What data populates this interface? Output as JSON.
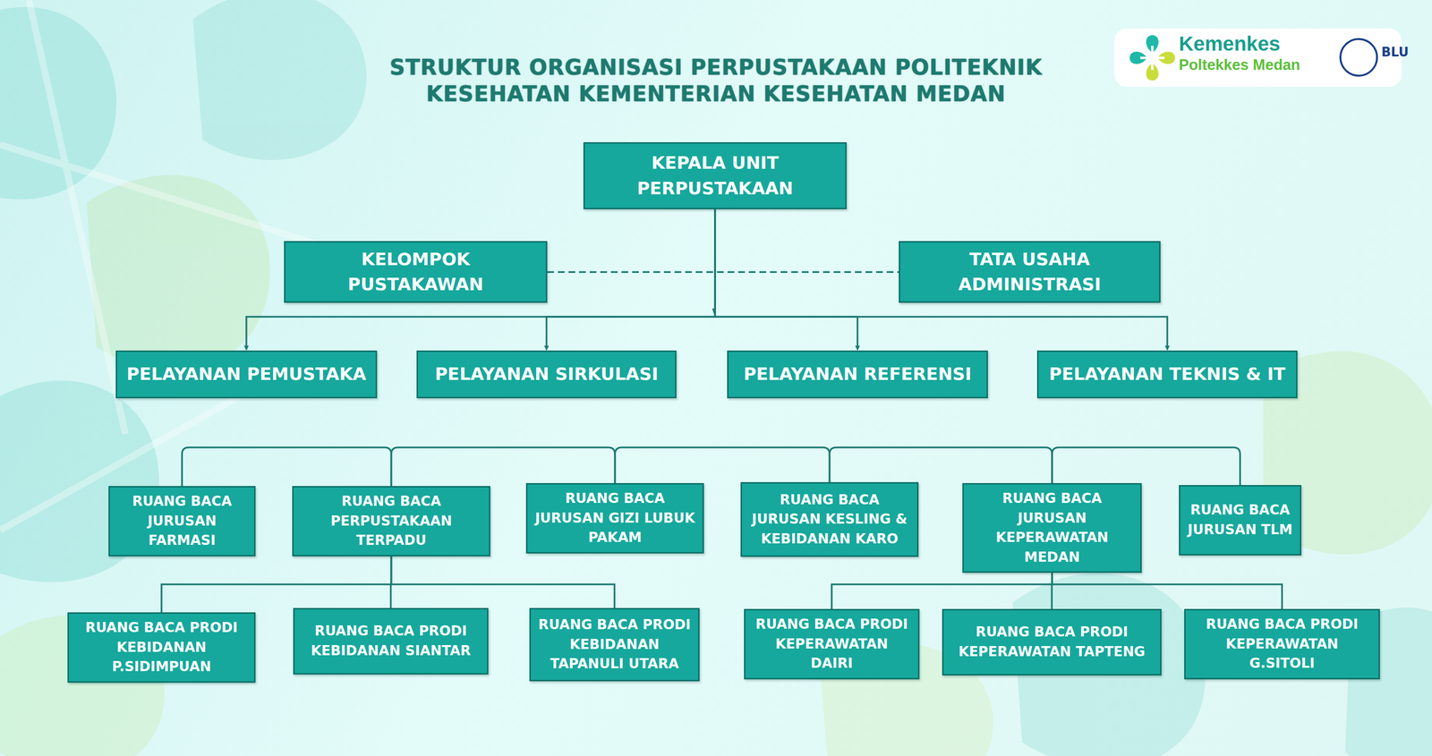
{
  "diagram": {
    "title": "STRUKTUR ORGANISASI PERPUSTAKAAN POLITEKNIK KESEHATAN KEMENTERIAN KESEHATAN MEDAN",
    "nodes": [
      {
        "text": [
          "KEPALA UNIT PERPUSTAKAAN"
        ]
      },
      {
        "text": [
          "KELOMPOK PUSTAKAWAN"
        ]
      },
      {
        "text": [
          "TATA USAHA ADMINISTRASI"
        ]
      },
      {
        "text": [
          "PELAYANAN PEMUSTAKA"
        ]
      },
      {
        "text": [
          "PELAYANAN SIRKULASI"
        ]
      },
      {
        "text": [
          "PELAYANAN REFERENSI"
        ]
      },
      {
        "text": [
          "PELAYANAN TEKNIS & IT"
        ]
      },
      {
        "text": [
          "RUANG BACA JURUSAN FARMASI"
        ]
      },
      {
        "text": [
          "RUANG BACA PERPUSTAKAAN TERPADU"
        ]
      },
      {
        "text": [
          "RUANG BACA JURUSAN GIZI LUBUK PAKAM"
        ]
      },
      {
        "text": [
          "RUANG BACA JURUSAN KESLING & KEBIDANAN KARO"
        ]
      },
      {
        "text": [
          "RUANG BACA JURUSAN KEPERAWATAN MEDAN"
        ]
      },
      {
        "text": [
          "RUANG BACA JURUSAN TLM"
        ]
      },
      {
        "text": [
          "RUANG BACA PRODI KEBIDANAN P.SIDIMPUAN"
        ]
      },
      {
        "text": [
          "RUANG BACA PRODI KEBIDANAN SIANTAR"
        ]
      },
      {
        "text": [
          "RUANG BACA PRODI KEBIDANAN TAPANULI UTARA"
        ]
      },
      {
        "text": [
          "RUANG BACA PRODI KEPERAWATAN DAIRI"
        ]
      },
      {
        "text": [
          "RUANG BACA PRODI KEPERAWATAN TAPTENG"
        ]
      },
      {
        "text": [
          "RUANG BACA PRODI KEPERAWATAN G.SITOLI"
        ]
      }
    ],
    "edges": [
      {
        "from": 0,
        "to": 3,
        "arrow": "to"
      },
      {
        "from": 0,
        "to": 4,
        "arrow": "to"
      },
      {
        "from": 0,
        "to": 5,
        "arrow": "to"
      },
      {
        "from": 0,
        "to": 6,
        "arrow": "to"
      },
      {
        "from": 1,
        "to": 2,
        "arrow": "none"
      },
      {
        "from": 7,
        "to": 8,
        "arrow": "none"
      },
      {
        "from": 8,
        "to": 9,
        "arrow": "none"
      },
      {
        "from": 9,
        "to": 10,
        "arrow": "none"
      },
      {
        "from": 10,
        "to": 11,
        "arrow": "none"
      },
      {
        "from": 11,
        "to": 12,
        "arrow": "none"
      },
      {
        "from": 8,
        "to": 13,
        "arrow": "none"
      },
      {
        "from": 8,
        "to": 14,
        "arrow": "none"
      },
      {
        "from": 8,
        "to": 15,
        "arrow": "none"
      },
      {
        "from": 11,
        "to": 16,
        "arrow": "none"
      },
      {
        "from": 11,
        "to": 17,
        "arrow": "none"
      },
      {
        "from": 11,
        "to": 18,
        "arrow": "none"
      }
    ],
    "labels": [
      "Kemenkes",
      "Poltekkes Medan",
      "BLU"
    ]
  }
}
